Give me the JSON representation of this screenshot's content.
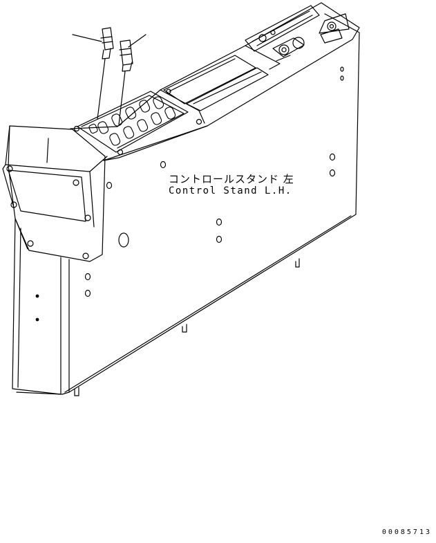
{
  "diagram": {
    "title_jp": "コントロールスタンド 左",
    "title_en": "Control Stand L.H.",
    "document_number": "00085713"
  }
}
